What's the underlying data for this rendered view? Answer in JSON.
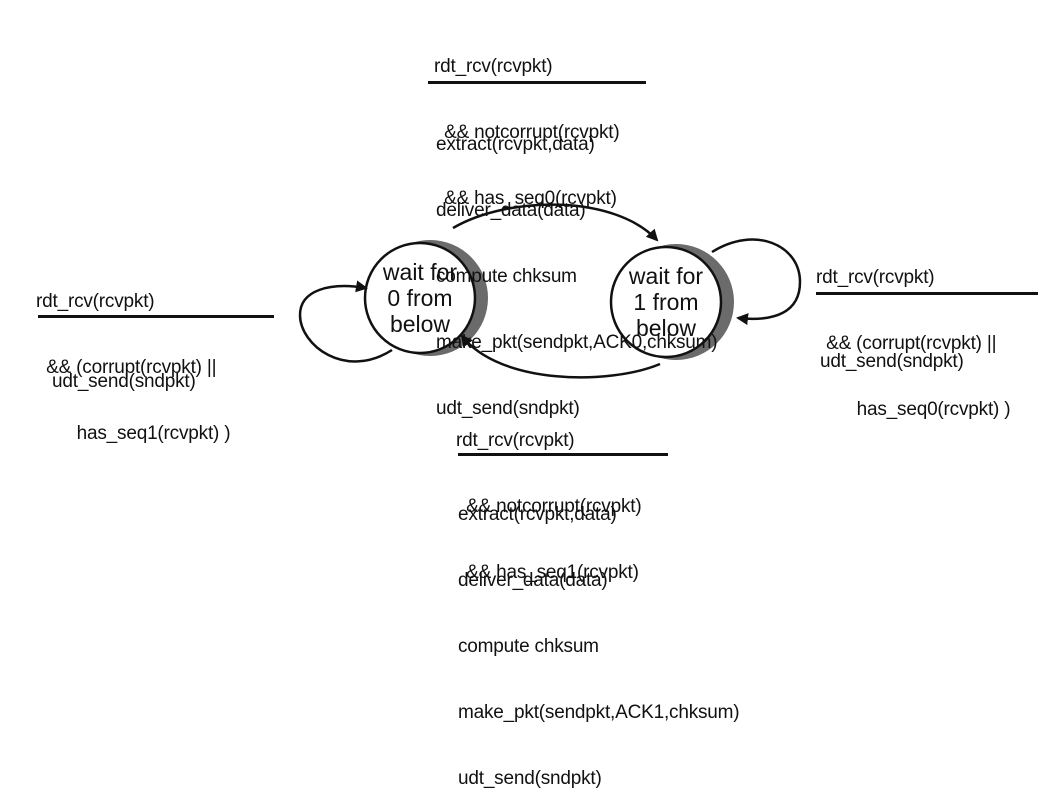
{
  "states": [
    {
      "id": "s0",
      "lines": [
        "wait for",
        "0 from",
        "below"
      ]
    },
    {
      "id": "s1",
      "lines": [
        "wait for",
        "1 from",
        "below"
      ]
    }
  ],
  "transitions": {
    "top": {
      "event": [
        "rdt_rcv(rcvpkt)",
        "  && notcorrupt(rcvpkt)",
        "  && has_seq0(rcvpkt)"
      ],
      "action": [
        "extract(rcvpkt,data)",
        "deliver_data(data)",
        "compute chksum",
        "make_pkt(sendpkt,ACK0,chksum)",
        "udt_send(sndpkt)"
      ]
    },
    "bottom": {
      "event": [
        "rdt_rcv(rcvpkt)",
        "  && notcorrupt(rcvpkt)",
        "  && has_seq1(rcvpkt)"
      ],
      "action": [
        "extract(rcvpkt,data)",
        "deliver_data(data)",
        "compute chksum",
        "make_pkt(sendpkt,ACK1,chksum)",
        "udt_send(sndpkt)"
      ]
    },
    "left": {
      "event": [
        "rdt_rcv(rcvpkt)",
        "  && (corrupt(rcvpkt) ||",
        "        has_seq1(rcvpkt) )"
      ],
      "action": [
        "udt_send(sndpkt)"
      ]
    },
    "right": {
      "event": [
        "rdt_rcv(rcvpkt)",
        "  && (corrupt(rcvpkt) ||",
        "        has_seq0(rcvpkt) )"
      ],
      "action": [
        "udt_send(sndpkt)"
      ]
    }
  }
}
